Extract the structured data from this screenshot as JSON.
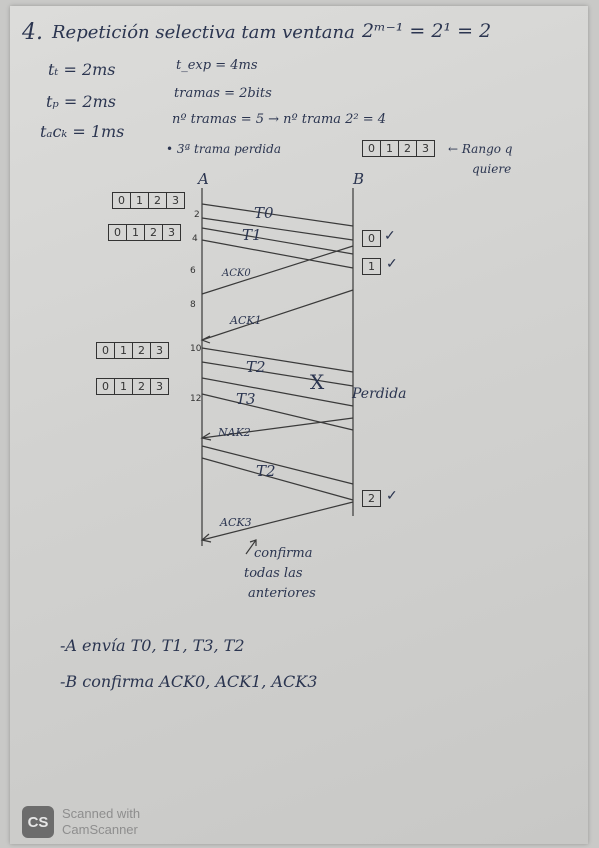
{
  "title": {
    "number": "4.",
    "text": "Repetición selectiva tam ventana",
    "formula": "2ᵐ⁻¹ = 2¹ = 2"
  },
  "params_left": [
    "tₜ = 2ms",
    "tₚ = 2ms",
    "tₐcₖ = 1ms"
  ],
  "params_right": [
    "t_exp = 4ms",
    "tramas = 2bits",
    "nº tramas = 5 → nº trama 2² = 4"
  ],
  "lost_note": "• 3ª trama perdida",
  "seq_box": [
    "0",
    "1",
    "2",
    "3"
  ],
  "seq_box_note": [
    "← Rango q",
    "quiere"
  ],
  "station_a": "A",
  "station_b": "B",
  "ticks": [
    "2",
    "4",
    "6",
    "8",
    "10",
    "12"
  ],
  "windows": [
    [
      "0",
      "1",
      "2",
      "3"
    ],
    [
      "0",
      "1",
      "2",
      "3"
    ],
    [
      "0",
      "1",
      "2",
      "3"
    ],
    [
      "0",
      "1",
      "2",
      "3"
    ]
  ],
  "frame_labels": {
    "t0": "T0",
    "t1": "T1",
    "ack0": "ACK0",
    "ack1": "ACK1",
    "t2": "T2",
    "t3": "T3",
    "nak2": "NAK2",
    "t2_resend": "T2",
    "ack3": "ACK3"
  },
  "received": {
    "r0": "0",
    "r1": "1",
    "r2": "2"
  },
  "check_mark": "✓",
  "lost_cross": "X",
  "lost_label": "Perdida",
  "confirm_note": [
    "confirma",
    "todas las",
    "anteriores"
  ],
  "summary": [
    "-A envía T0, T1, T3, T2",
    "-B confirma ACK0, ACK1, ACK3"
  ],
  "watermark": {
    "logo": "CS",
    "line1": "Scanned with",
    "line2": "CamScanner"
  }
}
